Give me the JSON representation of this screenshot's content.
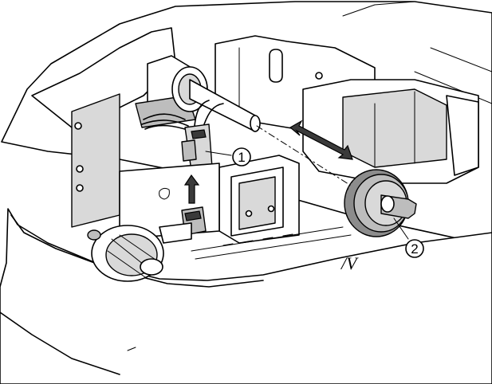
{
  "callouts": [
    {
      "id": "1",
      "label": "①"
    },
    {
      "id": "2",
      "label": "②"
    }
  ],
  "markings": {
    "housing_mark": "/V"
  },
  "colors": {
    "line": "#000000",
    "part_fill": "#d9d9d9",
    "shadow": "#8c8c8c",
    "background": "#ffffff"
  }
}
